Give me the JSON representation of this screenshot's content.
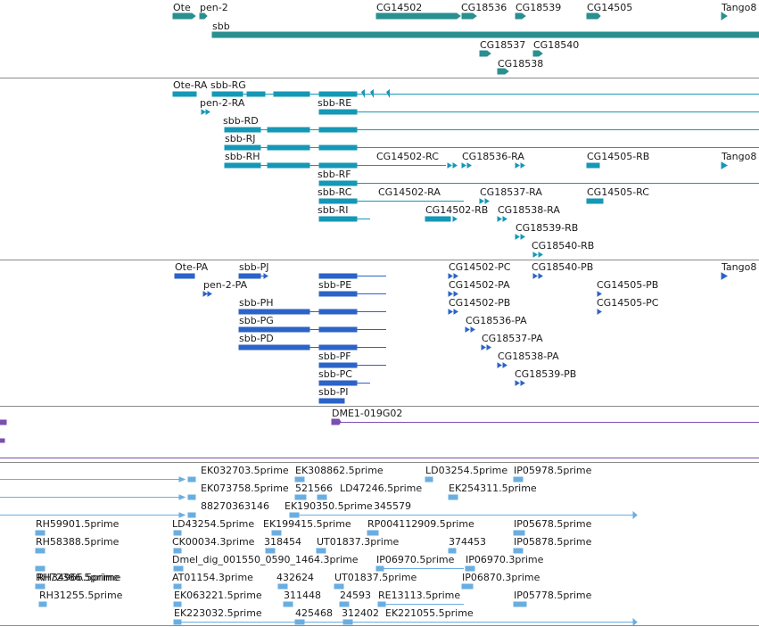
{
  "colors": {
    "gene": "#2a8f8f",
    "transcript": "#1598b6",
    "protein": "#2b63c7",
    "clone": "#7a4fb0",
    "est": "#6aaee0",
    "divider": "#8a8a8a",
    "text": "#1a1a1a"
  },
  "tracks": {
    "genes": {
      "labels": [
        "Ote",
        "pen-2",
        "CG14502",
        "CG18536",
        "CG18539",
        "CG14505",
        "Tango8",
        "sbb",
        "CG18537",
        "CG18540",
        "CG18538"
      ]
    },
    "transcripts": {
      "labels": [
        "Ote-RA",
        "sbb-RG",
        "pen-2-RA",
        "sbb-RE",
        "sbb-RD",
        "sbb-RJ",
        "sbb-RH",
        "CG14502-RC",
        "CG18536-RA",
        "CG14505-RB",
        "Tango8",
        "sbb-RF",
        "sbb-RC",
        "CG14502-RA",
        "CG18537-RA",
        "CG14505-RC",
        "sbb-RI",
        "CG14502-RB",
        "CG18538-RA",
        "CG18539-RB",
        "CG18540-RB"
      ]
    },
    "proteins": {
      "labels": [
        "Ote-PA",
        "sbb-PJ",
        "CG14502-PC",
        "CG18540-PB",
        "Tango8",
        "pen-2-PA",
        "sbb-PE",
        "CG14502-PA",
        "CG14505-PB",
        "sbb-PH",
        "CG14502-PB",
        "CG14505-PC",
        "sbb-PG",
        "CG18536-PA",
        "sbb-PD",
        "CG18537-PA",
        "sbb-PF",
        "CG18538-PA",
        "sbb-PC",
        "CG18539-PB",
        "sbb-PI"
      ]
    },
    "clones": {
      "labels": [
        "DME1-019G02"
      ]
    },
    "ests": {
      "labels": [
        "EK032703.5prime",
        "EK308862.5prime",
        "LD03254.5prime",
        "IP05978.5prime",
        "EK073758.5prime",
        "521566",
        "LD47246.5prime",
        "EK254311.5prime",
        "88270363146",
        "EK190350.5prime",
        "345579",
        "RH59901.5prime",
        "LD43254.5prime",
        "EK199415.5prime",
        "RP004112909.5prime",
        "IP05678.5prime",
        "RH58388.5prime",
        "CK00034.3prime",
        "318454",
        "UT01837.3prime",
        "374453",
        "IP05878.5prime",
        "Dmel_dig_001550_0590_1464.3prime",
        "IP06970.5prime",
        "IP06970.3prime",
        "RH72386.5prime",
        "AT01154.3prime",
        "432624",
        "UT01837.5prime",
        "IP06870.3prime",
        "RH34966.5prime",
        "EK063221.5prime",
        "311448",
        "24593",
        "RE13113.5prime",
        "IP05778.5prime",
        "RH31255.5prime",
        "EK223032.5prime",
        "425468",
        "312402",
        "EK221055.5prime"
      ]
    }
  }
}
